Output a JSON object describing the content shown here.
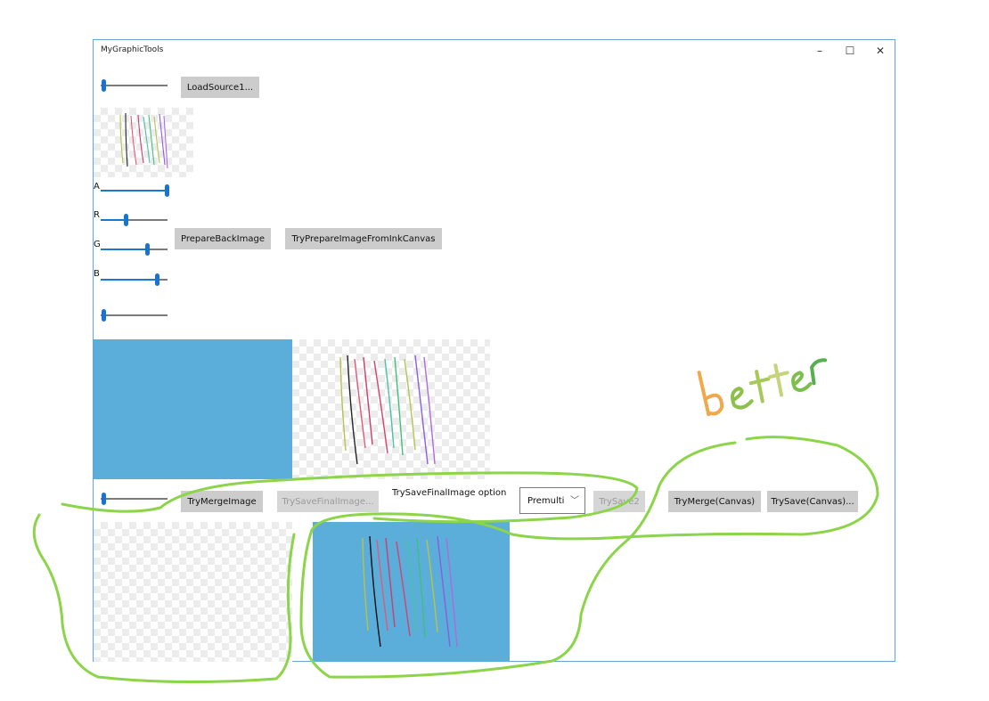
{
  "window": {
    "title": "MyGraphicTools",
    "controls": {
      "minimize": "–",
      "maximize": "☐",
      "close": "✕"
    }
  },
  "row1": {
    "load_button": "LoadSource1..."
  },
  "argb": {
    "a_label": "A",
    "r_label": "R",
    "g_label": "G",
    "b_label": "B",
    "a_value": 1.0,
    "r_value": 0.37,
    "g_value": 0.69,
    "b_value": 0.84
  },
  "buttons": {
    "prepare_back": "PrepareBackImage",
    "prepare_ink": "TryPrepareImageFromInkCanvas",
    "merge": "TryMergeImage",
    "save_final": "TrySaveFinalImage...",
    "save2": "TrySave2",
    "merge_canvas": "TryMerge(Canvas)",
    "save_canvas": "TrySave(Canvas)..."
  },
  "save_option": {
    "label": "TrySaveFinalImage option",
    "selected": "Premulti"
  },
  "annotation": {
    "text": "better"
  },
  "colors": {
    "blue_fill": "#5badda",
    "annotation_green": "#8cd449",
    "slider_accent": "#1a74cf"
  }
}
